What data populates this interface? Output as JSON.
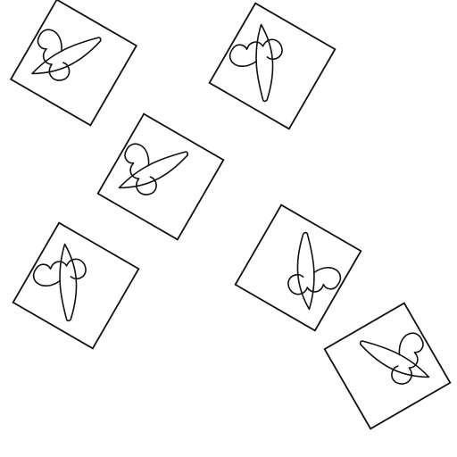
{
  "figure": {
    "type": "cube-net",
    "face_count": 6,
    "line_color": "#111111",
    "background_color": "#ffffff",
    "motif": {
      "name": "crescent-and-scalloped-loops",
      "parts": [
        "crescent-sliver",
        "triple-loop-glyph"
      ]
    },
    "faces": [
      {
        "id": "face-top-left",
        "rotation_deg": 30,
        "motif_mirrored": false
      },
      {
        "id": "face-top-right",
        "rotation_deg": -150,
        "motif_mirrored": true
      },
      {
        "id": "face-center",
        "rotation_deg": 30,
        "motif_mirrored": false
      },
      {
        "id": "face-bottom-left",
        "rotation_deg": 210,
        "motif_mirrored": true
      },
      {
        "id": "face-right-middle",
        "rotation_deg": 30,
        "motif_mirrored": true
      },
      {
        "id": "face-bottom-right",
        "rotation_deg": -30,
        "motif_mirrored": true
      }
    ]
  }
}
